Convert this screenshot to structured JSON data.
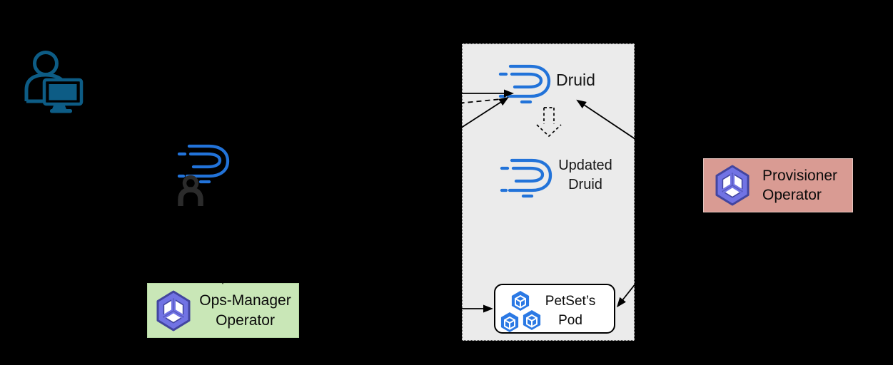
{
  "colors": {
    "background": "#000000",
    "druid_blue": "#2273d9",
    "pod_blue": "#2b79e4",
    "operator_purple": "#7173e4",
    "operator_purple_dark": "#42459f",
    "ops_manager_fill": "#c9e7b7",
    "ops_manager_border": "#b5d8a2",
    "provisioner_fill": "#d99b93",
    "provisioner_border": "#e5c6c0",
    "namespace_fill": "#ebebeb",
    "actor_teal": "#0d5c85",
    "person_dark": "#2b2b2b",
    "arrow_black": "#000000"
  },
  "icons": {
    "user": "person-at-computer-icon",
    "druid_cr_user": "person-icon",
    "druid_logo": "druid-logo-icon",
    "operator_cube": "operator-cube-icon",
    "pod_cube": "pod-cube-icon"
  },
  "nodes": {
    "druid": {
      "label": "Druid"
    },
    "updated_druid": {
      "line1": "Updated",
      "line2": "Druid"
    },
    "petset_pod": {
      "line1": "PetSet’s",
      "line2": "Pod"
    },
    "ops_manager": {
      "line1": "Ops-Manager",
      "line2": "Operator"
    },
    "provisioner": {
      "line1": "Provisioner",
      "line2": "Operator"
    }
  }
}
